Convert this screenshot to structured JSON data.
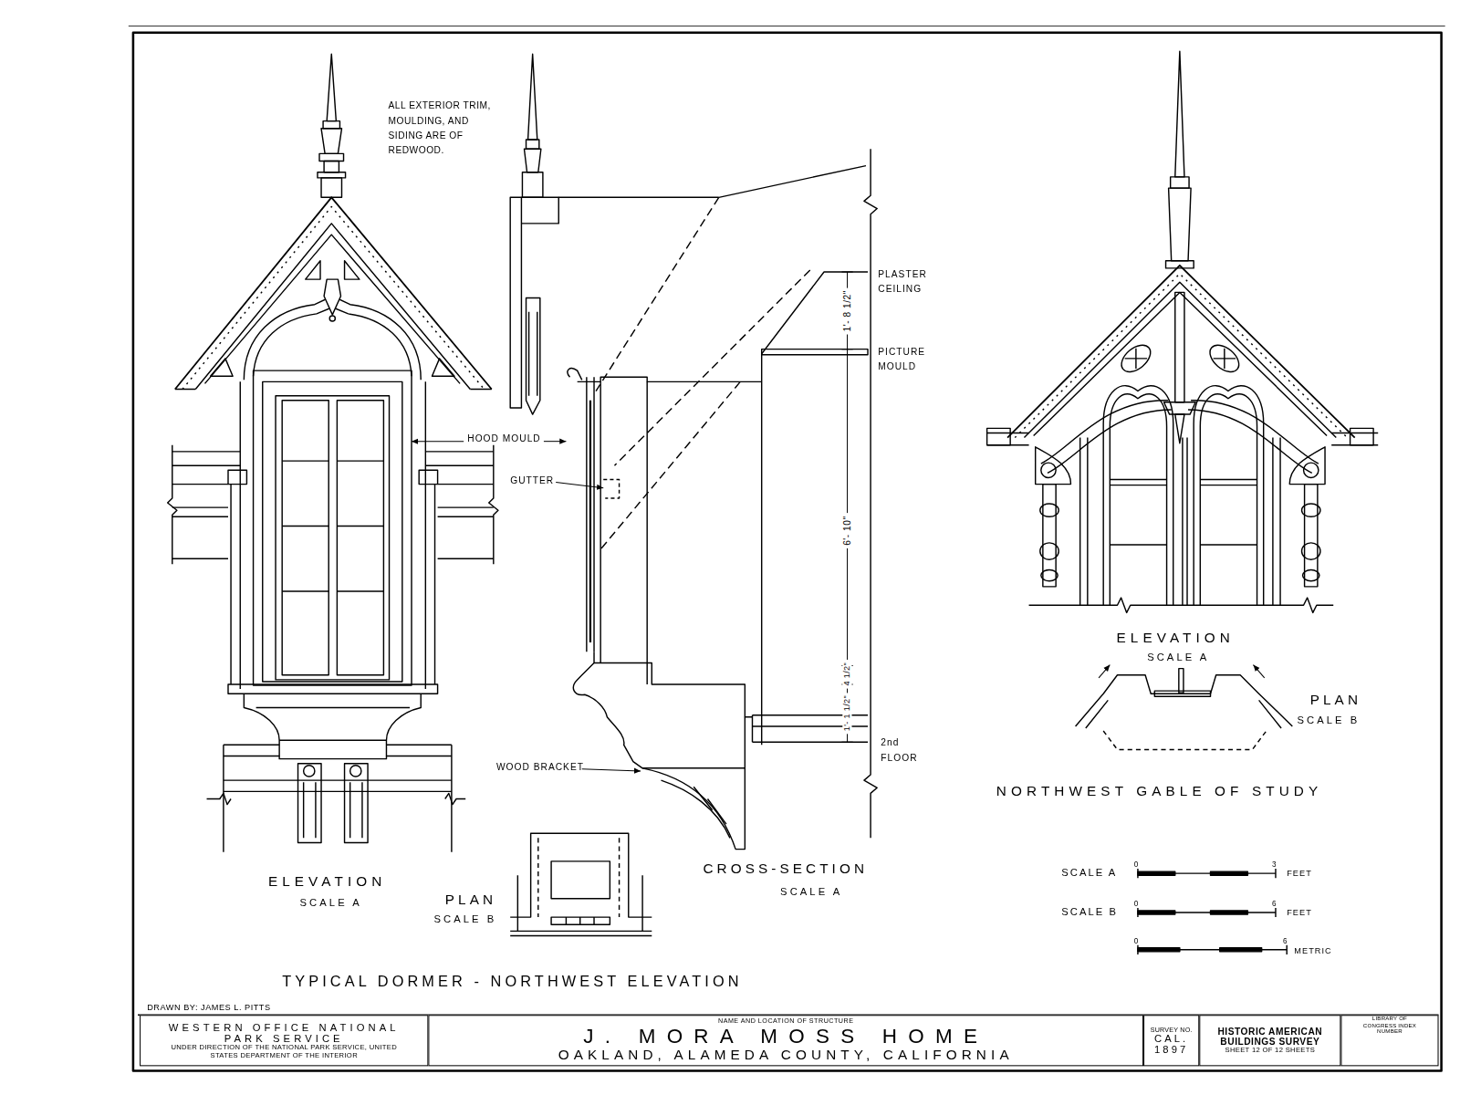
{
  "diagram": {
    "title": "TYPICAL DORMER - NORTHWEST ELEVATION",
    "nodes": [
      {
        "text": [
          "WESTERN OFFICE NATIONAL PARK SERVICE",
          "UNDER DIRECTION OF THE NATIONAL PARK SERVICE, UNITED STATES DEPARTMENT OF THE INTERIOR"
        ]
      },
      {
        "text": [
          "NAME AND LOCATION OF STRUCTURE",
          "J. MORA MOSS HOME",
          "OAKLAND, ALAMEDA COUNTY, CALIFORNIA"
        ]
      },
      {
        "text": [
          "SURVEY NO.",
          "CAL.",
          "1897"
        ]
      },
      {
        "text": [
          "HISTORIC AMERICAN BUILDINGS SURVEY",
          "SHEET 12 OF 12 SHEETS"
        ]
      },
      {
        "text": [
          "LIBRARY OF CONGRESS INDEX NUMBER"
        ]
      }
    ],
    "labels": [
      "ALL EXTERIOR TRIM, MOULDING, AND SIDING ARE OF REDWOOD.",
      "HOOD MOULD",
      "GUTTER",
      "WOOD BRACKET",
      "PLASTER CEILING",
      "PICTURE MOULD",
      "2nd FLOOR",
      "1'- 8 1/2\"",
      "6'- 10\"",
      "1'- 1 1/2\"",
      "4 1/2\"",
      "ELEVATION",
      "SCALE A",
      "PLAN",
      "SCALE B",
      "CROSS-SECTION",
      "SCALE A",
      "ELEVATION",
      "SCALE A",
      "PLAN",
      "SCALE B",
      "NORTHWEST GABLE OF STUDY",
      "SCALE A",
      "0",
      "3",
      "FEET",
      "SCALE B",
      "0",
      "6",
      "FEET",
      "0",
      "6",
      "METRIC",
      "DRAWN BY: JAMES L. PITTS"
    ]
  }
}
